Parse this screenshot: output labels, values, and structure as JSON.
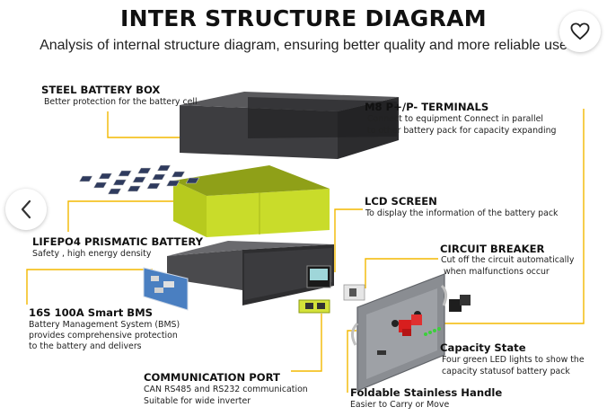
{
  "header": {
    "title": "INTER STRUCTURE DIAGRAM",
    "subtitle": "Analysis of internal structure diagram, ensuring better quality and more reliable use"
  },
  "controls": {
    "favorite_icon": "heart-icon",
    "prev_icon": "chevron-left-icon"
  },
  "callouts": {
    "steel_box": {
      "title": "STEEL BATTERY BOX",
      "lines": [
        "Better protection for the battery cell"
      ]
    },
    "terminals": {
      "title": "M8 P+/P- TERMINALS",
      "lines": [
        "Connect to equipment Connect in parallel",
        "to other battery pack for capacity expanding"
      ]
    },
    "lcd": {
      "title": "LCD SCREEN",
      "lines": [
        "To display the information of the battery pack"
      ]
    },
    "battery": {
      "title": "LIFEPO4 PRISMATIC BATTERY",
      "lines": [
        "Safety , high energy density"
      ]
    },
    "breaker": {
      "title": "CIRCUIT BREAKER",
      "lines": [
        "Cut off the circuit automatically",
        "when malfunctions occur"
      ]
    },
    "bms": {
      "title": "16S 100A Smart BMS",
      "lines": [
        "Battery Management System (BMS)",
        "provides comprehensive protection",
        "to the battery and delivers"
      ]
    },
    "capacity": {
      "title": "Capacity State",
      "lines": [
        "Four green LED lights to show the",
        "capacity statusof battery pack"
      ]
    },
    "comm": {
      "title": "COMMUNICATION PORT",
      "lines": [
        "CAN RS485 and RS232 communication",
        "Suitable for wide inverter"
      ]
    },
    "handle": {
      "title": "Foldable Stainless Handle",
      "lines": [
        "Easier to Carry or Move"
      ]
    }
  },
  "colors": {
    "accent": "#f3b800",
    "cell_green": "#c9dc2a",
    "metal_dark": "#3a3a3c"
  }
}
